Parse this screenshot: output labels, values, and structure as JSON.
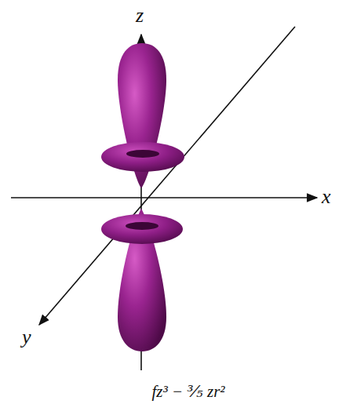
{
  "diagram": {
    "caption": "fz³ − ⅗ zr²",
    "labels": [
      "z",
      "x",
      "y"
    ]
  }
}
